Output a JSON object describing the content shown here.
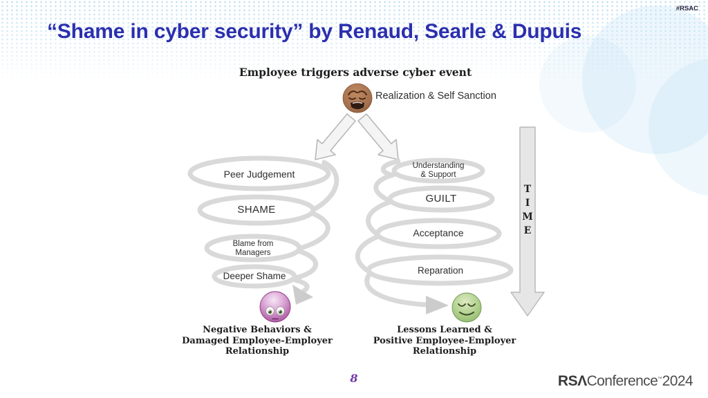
{
  "colors": {
    "title_blue": "#2b2fae",
    "page_number_purple": "#7239a8",
    "spiral_gray": "#d9d9d9",
    "arrow_fill": "#f4f4f4",
    "arrow_stroke": "#b8b8b8",
    "time_arrow_fill": "#e6e6e6"
  },
  "header": {
    "hashtag": "#RSAC",
    "title": "“Shame in cyber security” by Renaud, Searle & Dupuis"
  },
  "diagram": {
    "heading": "Employee triggers adverse cyber event",
    "trigger": {
      "emoji": "anguished-face-emoji",
      "label": "Realization & Self Sanction"
    },
    "left_path": {
      "steps": [
        "Peer Judgement",
        "SHAME",
        "Blame from\nManagers",
        "Deeper Shame"
      ],
      "outcome_emoji": "shocked-purple-face-emoji",
      "outcome": "Negative Behaviors &\nDamaged Employee-Employer\nRelationship"
    },
    "right_path": {
      "steps": [
        "Understanding\n& Support",
        "GUILT",
        "Acceptance",
        "Reparation"
      ],
      "outcome_emoji": "relieved-green-face-emoji",
      "outcome": "Lessons Learned &\nPositive Employee-Employer\nRelationship"
    },
    "time_arrow": {
      "letters": "T\nI\nM\nE"
    }
  },
  "footer": {
    "page_number": "8",
    "logo": {
      "rsa": "RSΛ",
      "conference": "Conference",
      "trademark": "™",
      "year": "2024"
    }
  }
}
